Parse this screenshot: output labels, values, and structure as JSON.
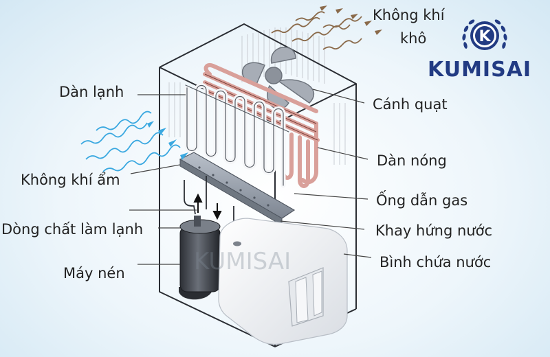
{
  "logo": {
    "brand": "KUMISAI",
    "badge_letter": "K",
    "color": "#223b83"
  },
  "labels": {
    "dry_air_line1": "Không khí",
    "dry_air_line2": "khô",
    "cold_coil": "Dàn lạnh",
    "fan": "Cánh quạt",
    "hot_coil": "Dàn nóng",
    "humid_air": "Không khí ẩm",
    "gas_pipe": "Ống dẫn gas",
    "refrigerant_flow": "Dòng chất làm lạnh",
    "drip_tray": "Khay hứng nước",
    "compressor": "Máy nén",
    "water_tank": "Bình chứa nước"
  },
  "watermark": "KUMISAI",
  "colors": {
    "humid_air_arrows": "#3aa8e0",
    "dry_air_arrows": "#8a6a4a",
    "copper_coil": "#d9a09a",
    "leader_lines": "#444444"
  }
}
